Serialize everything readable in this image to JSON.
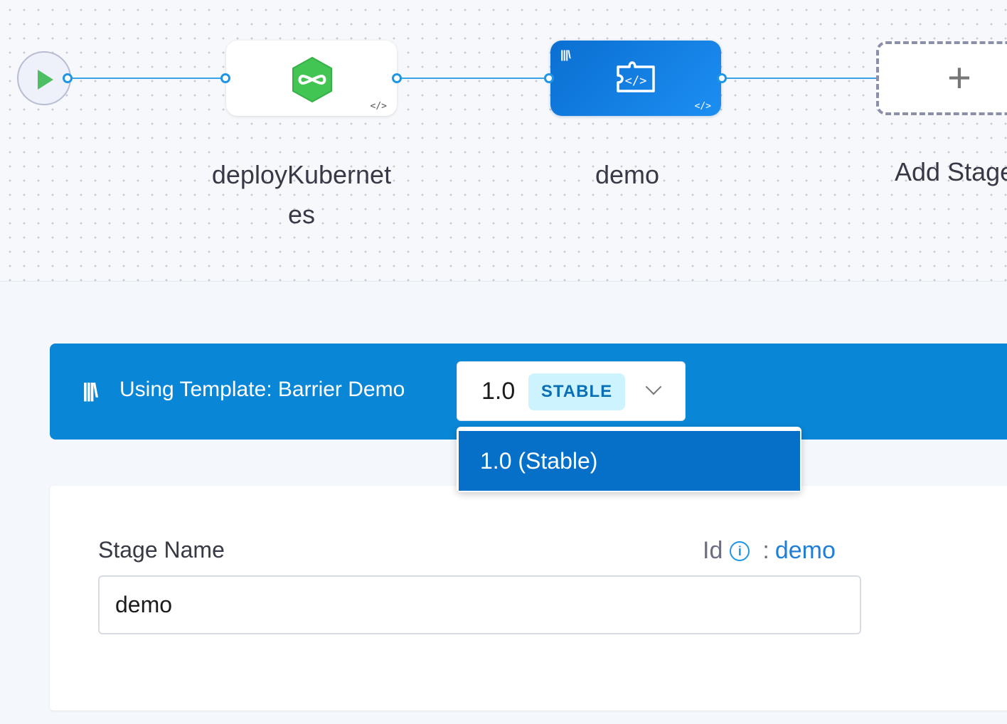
{
  "pipeline": {
    "stages": [
      {
        "label_line1": "deployKubernet",
        "label_line2": "es",
        "icon": "kubernetes-deploy-icon",
        "icon_color": "#42c552"
      },
      {
        "label": "demo",
        "icon": "template-stage-icon",
        "color": "#0b6fd1"
      }
    ],
    "add_stage_label": "Add Stage",
    "code_icon_glyph": "</>",
    "library_glyph": "|||\\"
  },
  "template_bar": {
    "title": "Using Template: Barrier Demo",
    "version": "1.0",
    "badge": "STABLE"
  },
  "version_dropdown": {
    "options": [
      "1.0 (Stable)"
    ]
  },
  "form": {
    "stage_name_label": "Stage Name",
    "stage_name_value": "demo",
    "id_label": "Id",
    "id_separator": ":",
    "id_value": "demo"
  },
  "colors": {
    "accent": "#0a86d6",
    "badge_bg": "#cdf4fe",
    "connector": "#3aa3e8"
  }
}
